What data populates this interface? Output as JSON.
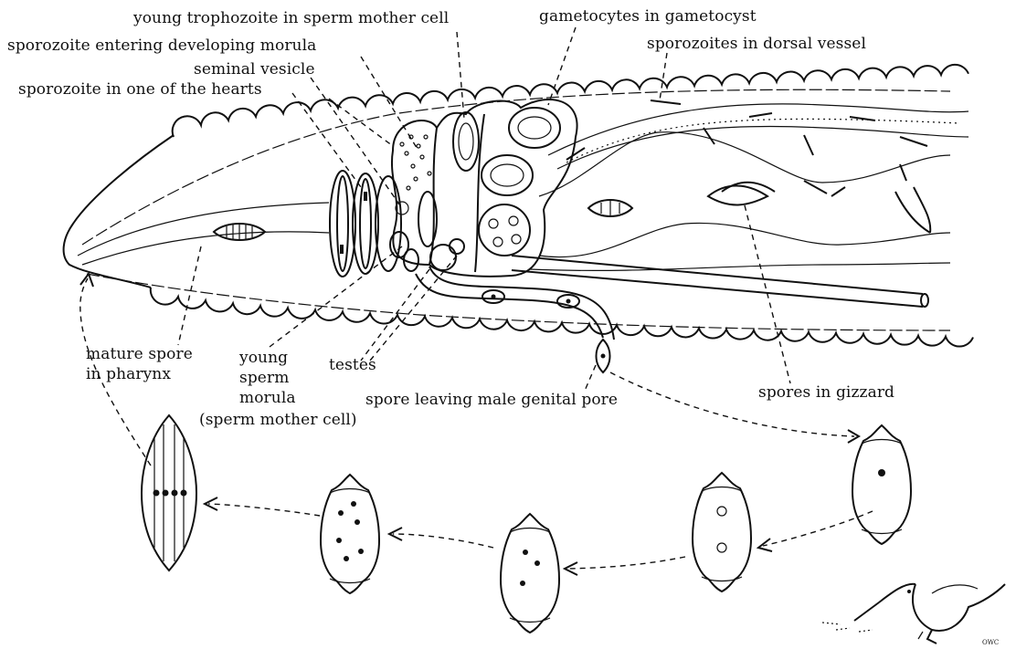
{
  "labels": {
    "young_trophozoite": "young trophozoite in sperm mother cell",
    "gametocytes": "gametocytes in gametocyst",
    "sporozoite_morula": "sporozoite entering developing morula",
    "sporozoites_dorsal": "sporozoites in dorsal vessel",
    "seminal_vesicle": "seminal vesicle",
    "sporozoite_hearts": "sporozoite in one of the hearts",
    "mature_spore_1": "mature spore",
    "mature_spore_2": "in pharynx",
    "young_sperm_1": "young",
    "young_sperm_2": "sperm",
    "young_sperm_3": "morula",
    "young_sperm_4": "(sperm mother cell)",
    "testes": "testes",
    "spore_leaving": "spore leaving male genital pore",
    "spores_gizzard": "spores in gizzard"
  },
  "artist_signature": "OWC",
  "colors": {
    "ink": "#111111",
    "background": "#ffffff"
  }
}
